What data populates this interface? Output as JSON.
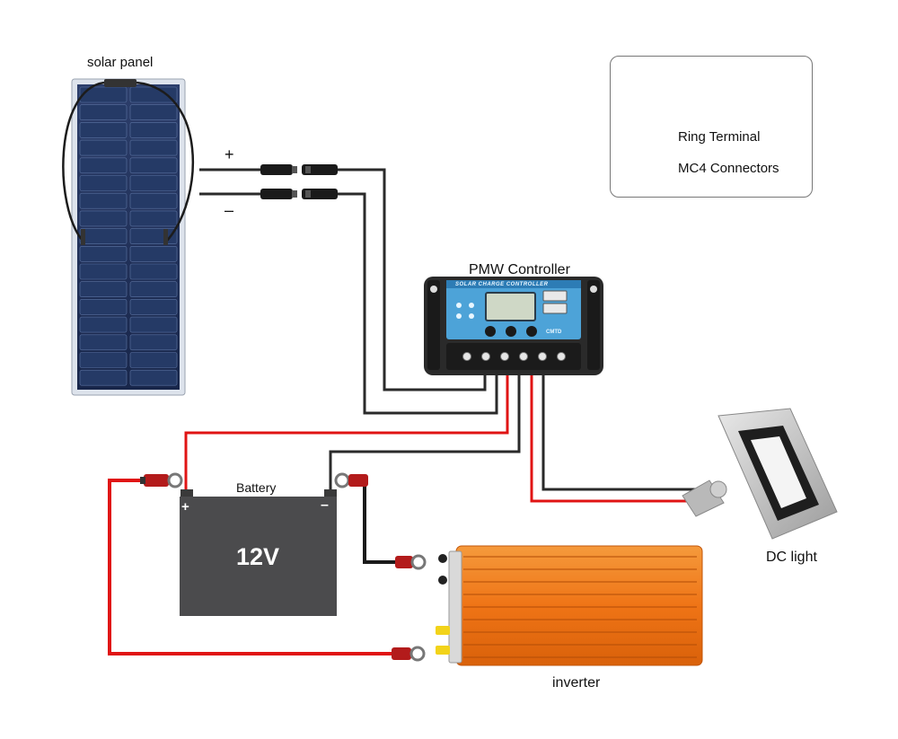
{
  "labels": {
    "solar_panel": "solar panel",
    "positive": "+",
    "negative": "–",
    "controller": "PMW Controller",
    "battery": "Battery",
    "battery_voltage": "12V",
    "battery_positive": "+",
    "battery_negative": "–",
    "dc_light": "DC light",
    "inverter": "inverter",
    "controller_faceplate": "SOLAR CHARGE CONTROLLER",
    "controller_brand": "CMTD"
  },
  "legend": {
    "ring_terminal": "Ring Terminal",
    "mc4_connectors": "MC4 Connectors"
  },
  "colors": {
    "positive_wire": "#e01414",
    "negative_wire": "#222222",
    "panel_cells": "#1f2f55",
    "battery_body": "#4b4b4d",
    "inverter_body": "#f07a1a",
    "controller_screen": "#4da3d8",
    "terminal_red": "#b31b1b"
  }
}
